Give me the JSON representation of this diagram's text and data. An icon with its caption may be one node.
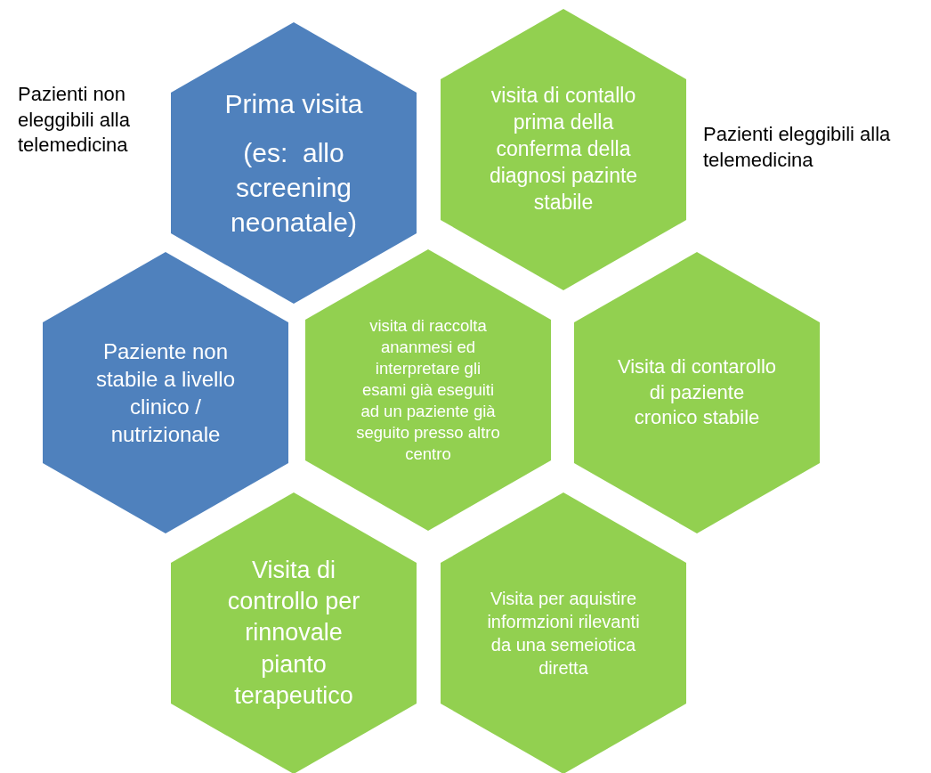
{
  "diagram": {
    "nodes": [
      {
        "text": [
          "Prima visita",
          "(es:  allo screening neonatale)"
        ]
      },
      {
        "text": [
          "visita di contallo prima della conferma della diagnosi pazinte stabile"
        ]
      },
      {
        "text": [
          "Paziente non stabile a livello clinico / nutrizionale"
        ]
      },
      {
        "text": [
          "visita di raccolta ananmesi ed interpretare gli esami già eseguiti ad un paziente già seguito presso altro centro"
        ]
      },
      {
        "text": [
          "Visita di contarollo di paziente cronico stabile"
        ]
      },
      {
        "text": [
          "Visita di controllo per rinnovale pianto terapeutico"
        ]
      },
      {
        "text": [
          "Visita per aquistire informzioni rilevanti da una semeiotica diretta"
        ]
      }
    ],
    "edges": [],
    "labels": [
      "Pazienti non eleggibili alla telemedicina",
      "Pazienti eleggibili alla telemedicina"
    ]
  }
}
